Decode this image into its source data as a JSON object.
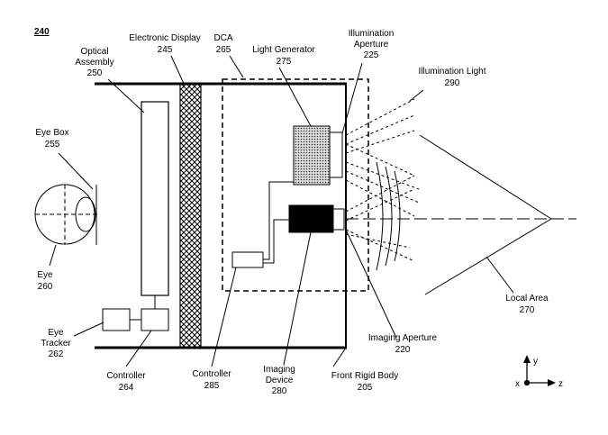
{
  "figure_number": "240",
  "labels": {
    "optical_assembly": {
      "name": "Optical\nAssembly",
      "num": "250"
    },
    "electronic_display": {
      "name": "Electronic Display",
      "num": "245"
    },
    "dca": {
      "name": "DCA",
      "num": "265"
    },
    "light_generator": {
      "name": "Light Generator",
      "num": "275"
    },
    "illumination_aperture": {
      "name": "Illumination\nAperture",
      "num": "225"
    },
    "illumination_light": {
      "name": "Illumination Light",
      "num": "290"
    },
    "eye_box": {
      "name": "Eye Box",
      "num": "255"
    },
    "eye": {
      "name": "Eye",
      "num": "260"
    },
    "eye_tracker": {
      "name": "Eye\nTracker",
      "num": "262"
    },
    "controller_264": {
      "name": "Controller",
      "num": "264"
    },
    "controller_285": {
      "name": "Controller",
      "num": "285"
    },
    "imaging_device": {
      "name": "Imaging\nDevice",
      "num": "280"
    },
    "front_rigid_body": {
      "name": "Front Rigid Body",
      "num": "205"
    },
    "imaging_aperture": {
      "name": "Imaging Aperture",
      "num": "220"
    },
    "local_area": {
      "name": "Local Area",
      "num": "270"
    }
  },
  "axes": {
    "y": "y",
    "x": "x",
    "z": "z"
  }
}
